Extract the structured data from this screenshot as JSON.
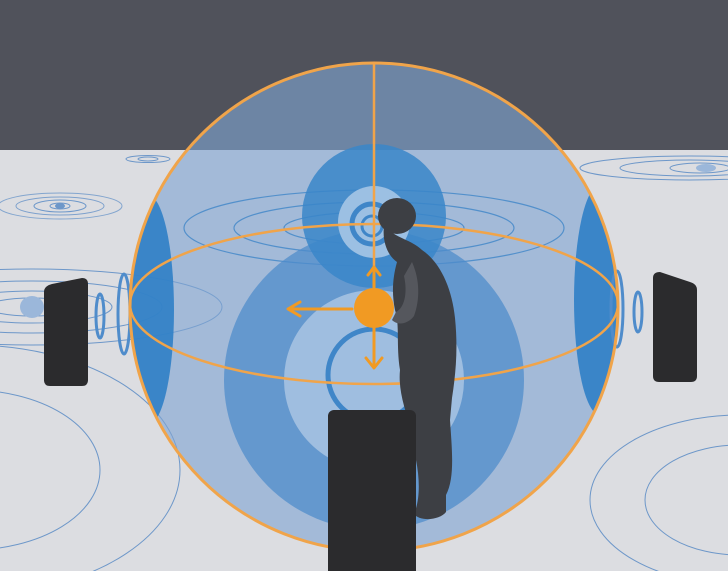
{
  "scene": {
    "colors": {
      "wall": "#50525b",
      "floor": "#dcdde1",
      "sphere_fill": "#7fa4d2",
      "sphere_outline": "#f0a44a",
      "sound_wave": "#3f86c8",
      "ripple": "#6d97c9",
      "speaker": "#2b2b2d",
      "listener": "#3d3f44",
      "sound_source": "#f19a23"
    },
    "elements": {
      "left_speaker": "speaker",
      "right_speaker": "speaker",
      "center_speaker": "speaker",
      "listener": "person-silhouette",
      "sound_source": "orange-dot",
      "direction_arrows": [
        "arrow-up",
        "arrow-down",
        "arrow-left"
      ],
      "sphere": "sound-field-sphere"
    }
  }
}
